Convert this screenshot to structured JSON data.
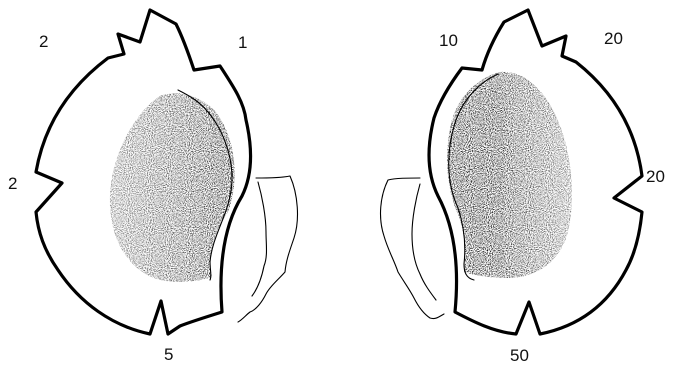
{
  "figure": {
    "left": {
      "labels": {
        "top_left": "2",
        "top_right": "1",
        "mid_left": "2",
        "bottom": "5"
      },
      "colors": {
        "stroke": "#000000",
        "shading": "#000000"
      }
    },
    "right": {
      "labels": {
        "top_left": "10",
        "top_right": "20",
        "mid_right": "20",
        "bottom": "50"
      },
      "colors": {
        "stroke": "#000000",
        "shading": "#000000"
      }
    }
  }
}
